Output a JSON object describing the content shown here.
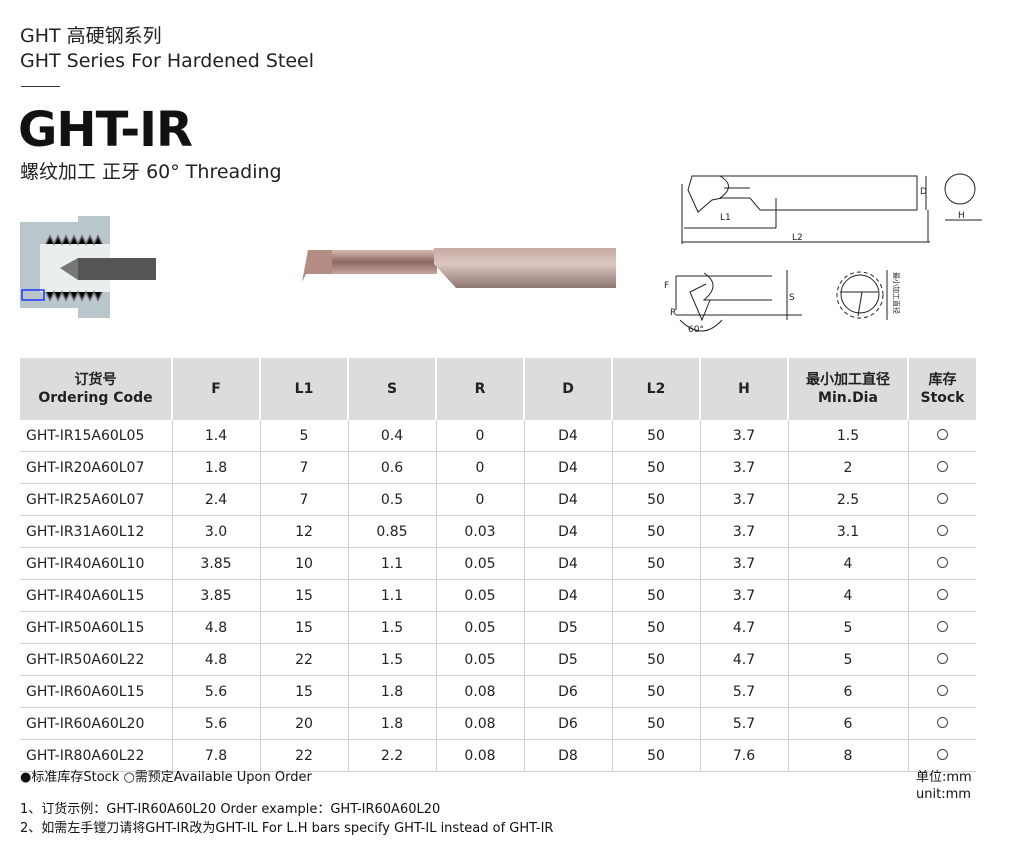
{
  "header": {
    "series_cn": "GHT 高硬钢系列",
    "series_en": "GHT Series For Hardened Steel",
    "model": "GHT-IR",
    "subtitle": "螺纹加工 正牙 60°  Threading"
  },
  "diagram_labels": {
    "l1": "L1",
    "l2": "L2",
    "d": "D",
    "h": "H",
    "f": "F",
    "s": "S",
    "r": "R",
    "angle": "60°",
    "min_dia": "最小加工直径"
  },
  "table": {
    "headers": [
      [
        "订货号",
        "Ordering Code"
      ],
      [
        "F"
      ],
      [
        "L1"
      ],
      [
        "S"
      ],
      [
        "R"
      ],
      [
        "D"
      ],
      [
        "L2"
      ],
      [
        "H"
      ],
      [
        "最小加工直径",
        "Min.Dia"
      ],
      [
        "库存",
        "Stock"
      ]
    ],
    "rows": [
      [
        "GHT-IR15A60L05",
        "1.4",
        "5",
        "0.4",
        "0",
        "D4",
        "50",
        "3.7",
        "1.5"
      ],
      [
        "GHT-IR20A60L07",
        "1.8",
        "7",
        "0.6",
        "0",
        "D4",
        "50",
        "3.7",
        "2"
      ],
      [
        "GHT-IR25A60L07",
        "2.4",
        "7",
        "0.5",
        "0",
        "D4",
        "50",
        "3.7",
        "2.5"
      ],
      [
        "GHT-IR31A60L12",
        "3.0",
        "12",
        "0.85",
        "0.03",
        "D4",
        "50",
        "3.7",
        "3.1"
      ],
      [
        "GHT-IR40A60L10",
        "3.85",
        "10",
        "1.1",
        "0.05",
        "D4",
        "50",
        "3.7",
        "4"
      ],
      [
        "GHT-IR40A60L15",
        "3.85",
        "15",
        "1.1",
        "0.05",
        "D4",
        "50",
        "3.7",
        "4"
      ],
      [
        "GHT-IR50A60L15",
        "4.8",
        "15",
        "1.5",
        "0.05",
        "D5",
        "50",
        "4.7",
        "5"
      ],
      [
        "GHT-IR50A60L22",
        "4.8",
        "22",
        "1.5",
        "0.05",
        "D5",
        "50",
        "4.7",
        "5"
      ],
      [
        "GHT-IR60A60L15",
        "5.6",
        "15",
        "1.8",
        "0.08",
        "D6",
        "50",
        "5.7",
        "6"
      ],
      [
        "GHT-IR60A60L20",
        "5.6",
        "20",
        "1.8",
        "0.08",
        "D6",
        "50",
        "5.7",
        "6"
      ],
      [
        "GHT-IR80A60L22",
        "7.8",
        "22",
        "2.2",
        "0.08",
        "D8",
        "50",
        "7.6",
        "8"
      ]
    ]
  },
  "footer": {
    "legend": "●标准库存Stock  ○需预定Available Upon Order",
    "unit_cn": "单位:mm",
    "unit_en": "unit:mm",
    "note1": "1、订货示例：GHT-IR60A60L20   Order example：GHT-IR60A60L20",
    "note2": "2、如需左手镗刀请将GHT-IR改为GHT-IL   For L.H bars specify GHT-IL instead of  GHT-IR"
  }
}
